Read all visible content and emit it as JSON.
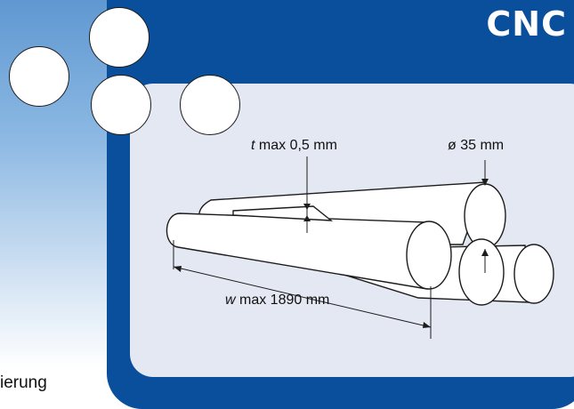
{
  "header": {
    "brand": "CNC"
  },
  "caption": {
    "fragment": "ierung"
  },
  "drawing": {
    "thickness": {
      "symbol": "t",
      "text": " max 0,5 mm"
    },
    "diameter": {
      "text": "ø 35 mm"
    },
    "width": {
      "symbol": "w",
      "text": " max 1890 mm"
    }
  },
  "colors": {
    "brand_blue": "#0a4f9c",
    "panel_bg": "#e4e8f2",
    "gradient_top": "#5f98d1"
  }
}
